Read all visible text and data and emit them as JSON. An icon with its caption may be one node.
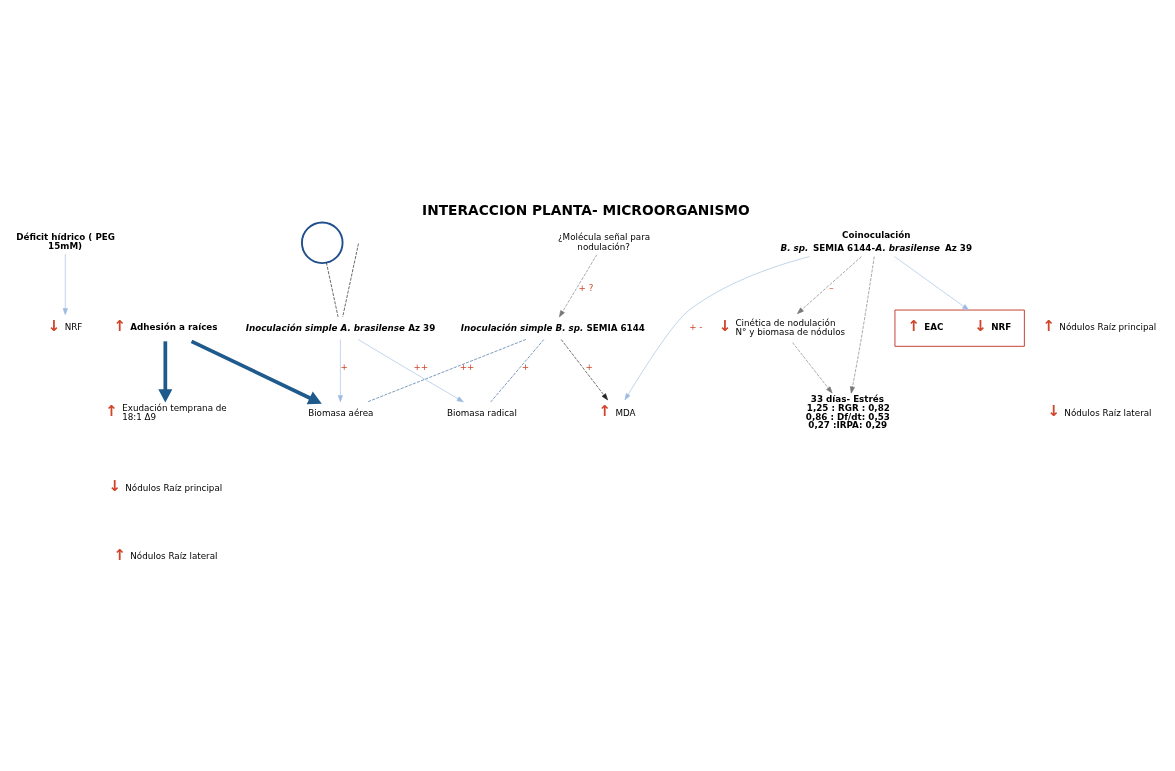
{
  "diagram": {
    "title": "INTERACCION PLANTA- MICROORGANISMO",
    "nodes": [
      {
        "text": [
          "Déficit hídrico ( PEG 15mM)"
        ]
      },
      {
        "text": [
          "↑",
          "Adhesión a raíces"
        ]
      },
      {
        "text": [
          "↓",
          "NRF"
        ]
      },
      {
        "text": [
          "↑",
          "Exudación temprana de 18:1 Δ9"
        ]
      },
      {
        "text": [
          "¿Molécula señal para nodulación?"
        ]
      },
      {
        "text": [
          "Biomasa aérea"
        ]
      },
      {
        "text": [
          "Biomasa radical"
        ]
      },
      {
        "text": [
          "*Inoculación simple A. brasilense* Az 39"
        ]
      },
      {
        "text": [
          "↑",
          "MDA"
        ]
      },
      {
        "text": [
          "*Inoculación simple B. sp.* SEMIA 6144"
        ]
      },
      {
        "text": [
          "↓",
          "Nódulos Raíz principal"
        ]
      },
      {
        "text": [
          "↑",
          "Nódulos Raíz lateral"
        ]
      },
      {
        "text": [
          "↓",
          "Cinética de nodulación N° y biomasa de nódulos"
        ]
      },
      {
        "text": [
          "Coinoculación",
          "*B. sp.* SEMIA 6144-*A. brasilense* Az 39"
        ]
      },
      {
        "text": [
          "33 días- Estrés",
          "1,25 : RGR : 0,82",
          "0,86 : Df/dt: 0,53",
          "0,27 :IRPA: 0,29"
        ]
      },
      {
        "text": [],
        "shape": "box"
      },
      {
        "text": [
          "↓",
          "NRF"
        ],
        "in": 15
      },
      {
        "text": [
          "↑",
          "EAC"
        ],
        "in": 15
      },
      {
        "text": [
          "↑",
          "Nódulos Raíz principal"
        ]
      },
      {
        "text": [
          "↓",
          "Nódulos Raíz lateral"
        ]
      },
      {
        "text": [],
        "shape": "circle"
      }
    ],
    "edges": [
      {
        "from": 0,
        "to": 2,
        "arrow": "to"
      },
      {
        "from": 1,
        "to": 3,
        "arrow": "to",
        "style": "thick",
        "color": "#1f5a8c"
      },
      {
        "from": 1,
        "to": 5,
        "arrow": "to",
        "style": "thick",
        "color": "#1f5a8c"
      },
      {
        "from": 7,
        "to": 5,
        "arrow": "to",
        "label": "+"
      },
      {
        "from": 7,
        "to": 6,
        "arrow": "to",
        "label": "++"
      },
      {
        "from": 9,
        "to": 5,
        "arrow": "none",
        "label": "++",
        "style": "dashed",
        "color": "#2a6099"
      },
      {
        "from": 9,
        "to": 6,
        "arrow": "none",
        "label": "+",
        "style": "dashed",
        "color": "#2a6099"
      },
      {
        "from": 4,
        "to": 9,
        "arrow": "to",
        "label": "+ ?",
        "style": "dashed",
        "color": "#777777"
      },
      {
        "from": 9,
        "to": 8,
        "arrow": "to",
        "label": "+",
        "style": "dashed",
        "color": "#222222"
      },
      {
        "from": 13,
        "to": 8,
        "arrow": "to",
        "label": "+ -"
      },
      {
        "from": 20,
        "to": 7,
        "arrow": "none",
        "style": "dashed",
        "color": "#111111"
      },
      {
        "from": null,
        "to": 7,
        "arrow": "none",
        "style": "dashed",
        "color": "#111111"
      },
      {
        "from": 13,
        "to": 12,
        "arrow": "to",
        "label": "–",
        "style": "dashed",
        "color": "#777777"
      },
      {
        "from": 12,
        "to": 14,
        "arrow": "to",
        "style": "dashed",
        "color": "#777777"
      },
      {
        "from": 13,
        "to": 14,
        "arrow": "to",
        "style": "dashed",
        "color": "#777777"
      },
      {
        "from": 13,
        "to": 15,
        "arrow": "to"
      }
    ]
  }
}
